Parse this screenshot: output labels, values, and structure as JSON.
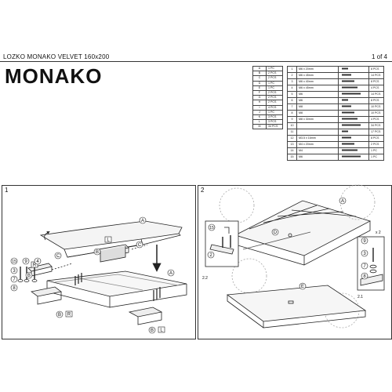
{
  "header": {
    "product": "LOZKO MONAKO VELVET 160x200",
    "page": "1 of 4"
  },
  "title": "MONAKO",
  "letters_table": [
    [
      "A",
      "1 PC"
    ],
    [
      "B",
      "2 PCS"
    ],
    [
      "C",
      "2 PCS"
    ],
    [
      "D",
      "1 PC"
    ],
    [
      "E",
      "1 PC"
    ],
    [
      "F",
      "2 PCS"
    ],
    [
      "G",
      "2 PCS"
    ],
    [
      "H",
      "2 PCS"
    ],
    [
      "I",
      "4 PCS"
    ],
    [
      "J",
      "1 PC"
    ],
    [
      "K",
      "3 PCS"
    ],
    [
      "L",
      "3 PCS"
    ],
    [
      "M",
      "34 PCS"
    ]
  ],
  "parts_table": [
    [
      "1",
      "M6 x 20mm",
      "8 PCS"
    ],
    [
      "2",
      "M6 x 45mm",
      "14 PCS"
    ],
    [
      "3",
      "M6 x 40mm",
      "8 PCS"
    ],
    [
      "4",
      "M6 x 45mm",
      "4 PCS"
    ],
    [
      "5",
      "M6",
      "14 PCS"
    ],
    [
      "6",
      "M6",
      "8 PCS"
    ],
    [
      "7",
      "M8",
      "10 PCS"
    ],
    [
      "8",
      "M8",
      "10 PCS"
    ],
    [
      "9",
      "M8 x 30mm",
      "4 PCS"
    ],
    [
      "10",
      "",
      "34 PCS"
    ],
    [
      "11",
      "",
      "17 PCS"
    ],
    [
      "12",
      "M3.5 x 16mm",
      "8 PCS"
    ],
    [
      "13",
      "M4 x 20mm",
      "2 PCS"
    ],
    [
      "14",
      "M4",
      "1 PC"
    ],
    [
      "15",
      "M6",
      "1 PC"
    ]
  ],
  "steps": {
    "step1": "1",
    "step2": "2"
  },
  "callouts": {
    "a": "A",
    "b": "B",
    "c": "C",
    "d": "D",
    "e": "E",
    "r": "R",
    "l": "L",
    "n15": "15",
    "n9": "9",
    "n4": "4",
    "n3": "3",
    "n7": "7",
    "n8": "8",
    "n2": "2",
    "x2": "x 2",
    "s21": "2.1",
    "s22": "2.2"
  }
}
